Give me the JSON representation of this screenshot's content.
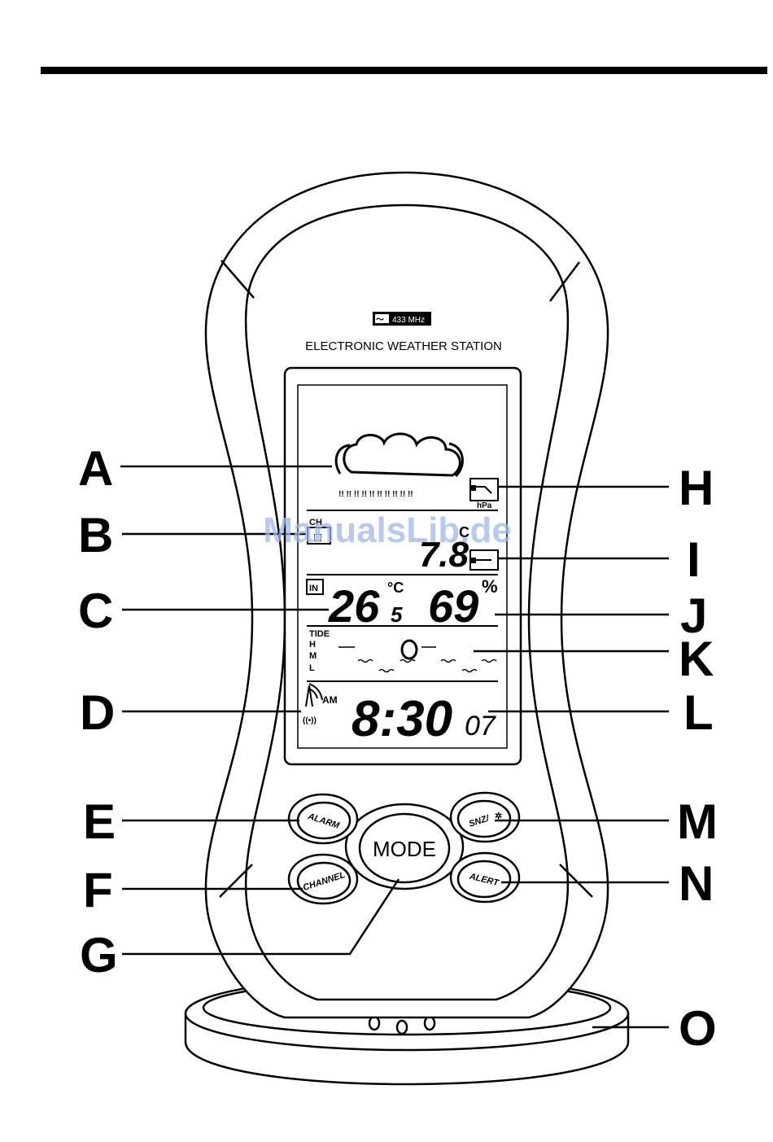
{
  "device": {
    "freq_badge": "433 MHz",
    "title": "ELECTRONIC WEATHER STATION",
    "mode_button": "MODE",
    "alarm_button": "ALARM",
    "channel_button": "CHANNEL",
    "snooze_button": "SNZ/",
    "alert_button": "ALERT"
  },
  "lcd": {
    "channel_label": "CH",
    "outdoor_temp": "7.8",
    "outdoor_unit": "C",
    "pressure_unit": "hPa",
    "indoor_badge": "IN",
    "indoor_temp_main": "26",
    "indoor_temp_dec": "5",
    "indoor_temp_unit": "°C",
    "humidity": "69",
    "humidity_unit": "%",
    "tide_label": "TIDE",
    "tide_h": "H",
    "tide_m": "M",
    "tide_l": "L",
    "am_label": "AM",
    "time_main": "8:30",
    "time_seconds": "07"
  },
  "callouts": {
    "left": [
      "A",
      "B",
      "C",
      "D",
      "E",
      "F",
      "G"
    ],
    "right": [
      "H",
      "I",
      "J",
      "K",
      "L",
      "M",
      "N",
      "O"
    ]
  },
  "watermark": "ManualsLib.de"
}
